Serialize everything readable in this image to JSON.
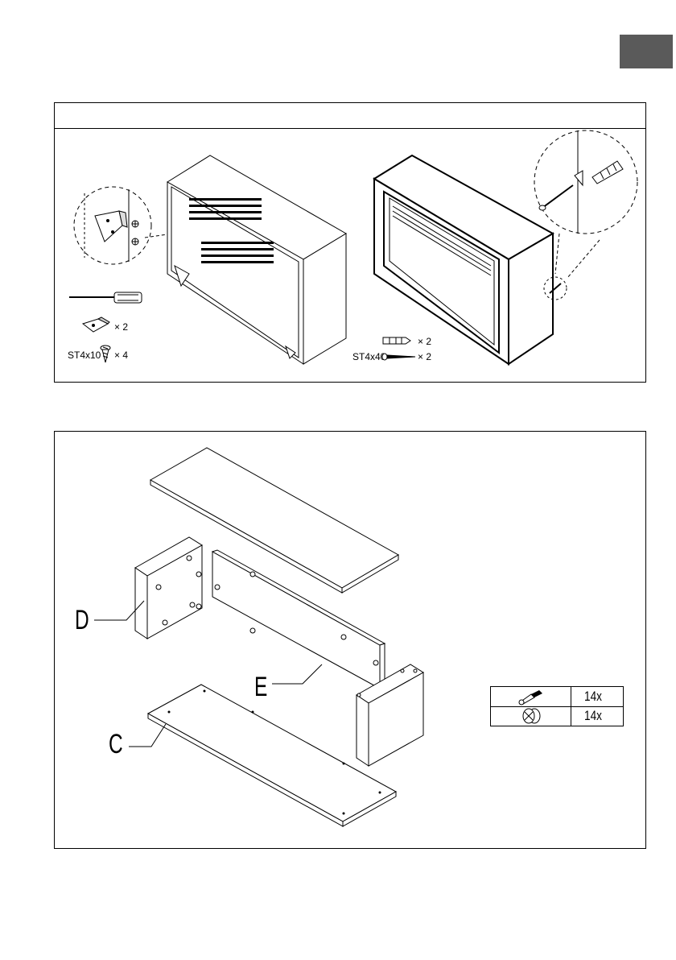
{
  "step1": {
    "tool_screwdriver": "screwdriver-icon",
    "bracket_qty": "× 2",
    "screw_label": "ST4x10",
    "screw_qty": "× 4",
    "anchor_qty": "× 2",
    "long_screw_label": "ST4x40",
    "long_screw_qty": "× 2"
  },
  "step2": {
    "part_labels": {
      "d": "D",
      "e": "E",
      "c": "C"
    },
    "hardware": [
      {
        "icon": "cam-bolt-icon",
        "qty": "14x"
      },
      {
        "icon": "cam-lock-icon",
        "qty": "14x"
      }
    ]
  },
  "colors": {
    "language_tab": "#5a5a5a",
    "line": "#000000"
  }
}
